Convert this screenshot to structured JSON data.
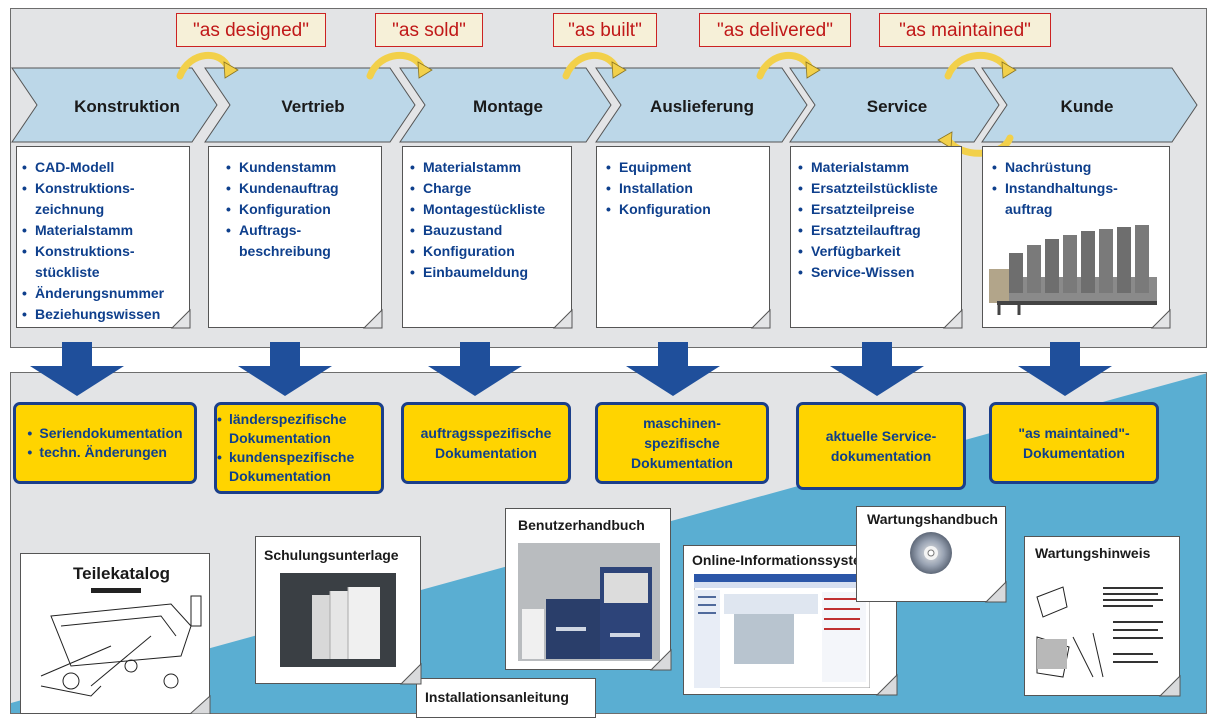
{
  "states": [
    "\"as designed\"",
    "\"as sold\"",
    "\"as built\"",
    "\"as delivered\"",
    "\"as maintained\""
  ],
  "stages": [
    "Konstruktion",
    "Vertrieb",
    "Montage",
    "Auslieferung",
    "Service",
    "Kunde"
  ],
  "cards": [
    {
      "items": [
        "CAD-Modell",
        "Konstruktions-",
        "zeichnung",
        "Materialstamm",
        "Konstruktions-",
        "stückliste",
        "Änderungsnummer",
        "Beziehungswissen"
      ]
    },
    {
      "items": [
        "Kundenstamm",
        "Kundenauftrag",
        "Konfiguration",
        "Auftrags-",
        "beschreibung"
      ]
    },
    {
      "items": [
        "Materialstamm",
        "Charge",
        "Montagestückliste",
        "Bauzustand",
        "Konfiguration",
        "Einbaumeldung"
      ]
    },
    {
      "items": [
        "Equipment",
        "Installation",
        "Konfiguration"
      ]
    },
    {
      "items": [
        "Materialstamm",
        "Ersatzteilstückliste",
        "Ersatzteilpreise",
        "Ersatzteilauftrag",
        "Verfügbarkeit",
        "Service-Wissen"
      ]
    },
    {
      "items": [
        "Nachrüstung",
        "Instandhaltungs-",
        "auftrag"
      ]
    }
  ],
  "docs": [
    {
      "bullets": [
        "Seriendokumentation",
        "techn. Änderungen"
      ]
    },
    {
      "bullets": [
        "länderspezifische Dokumentation",
        "kundenspezifische Dokumentation"
      ]
    },
    {
      "text": "auftragsspezifische Dokumentation"
    },
    {
      "text": "maschinen-spezifische Dokumentation"
    },
    {
      "text": "aktuelle Service-dokumentation"
    },
    {
      "text": "\"as maintained\"-Dokumentation"
    }
  ],
  "media": {
    "teilekatalog": "Teilekatalog",
    "schulungsunterlage": "Schulungsunterlage",
    "benutzerhandbuch": "Benutzerhandbuch",
    "installationsanleitung": "Installationsanleitung",
    "online": "Online-Informationssystem",
    "wartungshandbuch": "Wartungshandbuch",
    "wartungshinweis": "Wartungshinweis"
  },
  "colors": {
    "chevron_fill": "#bcd7e8",
    "arrow_blue": "#1f4f9b",
    "doc_box_fill": "#ffd400",
    "doc_box_border": "#1b3f8a",
    "text_blue": "#0e3f8c",
    "label_red": "#c01818",
    "loop_yellow": "#f2d04a",
    "bottom_blue": "#5aaed2"
  }
}
